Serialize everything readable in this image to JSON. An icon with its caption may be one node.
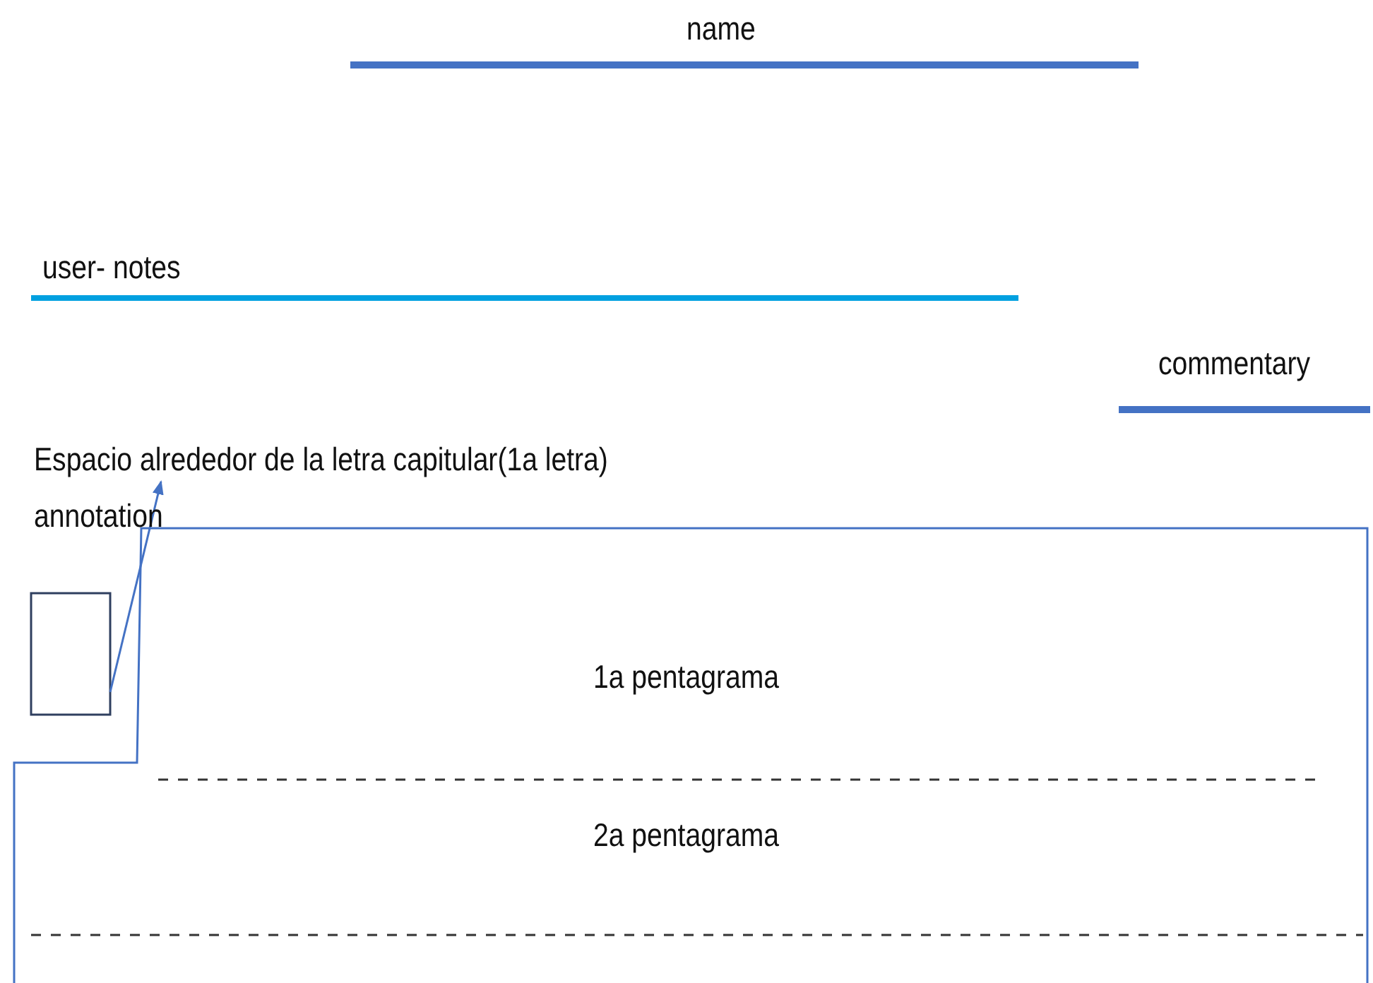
{
  "diagram": {
    "nodes": [
      {
        "text": [
          "Espacio alrededor de la letra capitular(1a letra)"
        ]
      },
      {
        "text": [],
        "shape": "box"
      }
    ],
    "edges": [
      {
        "from": 1,
        "to": 0,
        "arrow": "to"
      }
    ],
    "labels": [
      "name",
      "user- notes",
      "commentary",
      "annotation",
      "1a pentagrama",
      "2a pentagrama"
    ]
  }
}
